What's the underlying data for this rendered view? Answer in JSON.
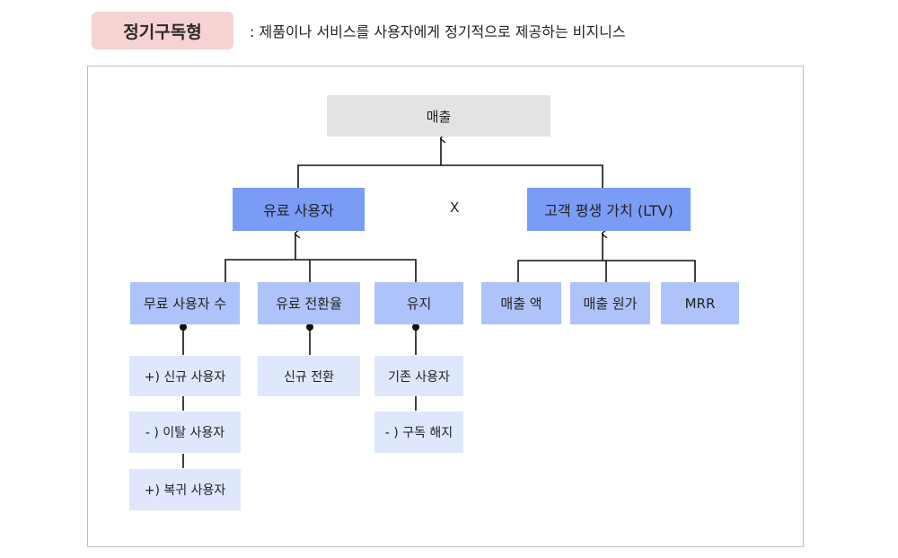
{
  "header": {
    "title": "정기구독형",
    "description": ": 제품이나 서비스를 사용자에게 정기적으로 제공하는 비지니스"
  },
  "diagram": {
    "root": "매출",
    "operator": "X",
    "level1": {
      "left": "유료 사용자",
      "right": "고객 평생 가치 (LTV)"
    },
    "level2_left": [
      "무료 사용자 수",
      "유료 전환율",
      "유지"
    ],
    "level2_right": [
      "매출 액",
      "매출 원가",
      "MRR"
    ],
    "free_users_children": [
      "+) 신규 사용자",
      "- ) 이탈 사용자",
      "+) 복귀 사용자"
    ],
    "conversion_children": [
      "신규 전환"
    ],
    "retention_children": [
      "기존 사용자",
      "- ) 구독 해지"
    ]
  },
  "colors": {
    "title_badge": "#f7d2d2",
    "root_box": "#e3e3e3",
    "level1_box": "#7b9cf5",
    "level2_box": "#aec3fa",
    "leaf_box": "#dfe7fd"
  }
}
